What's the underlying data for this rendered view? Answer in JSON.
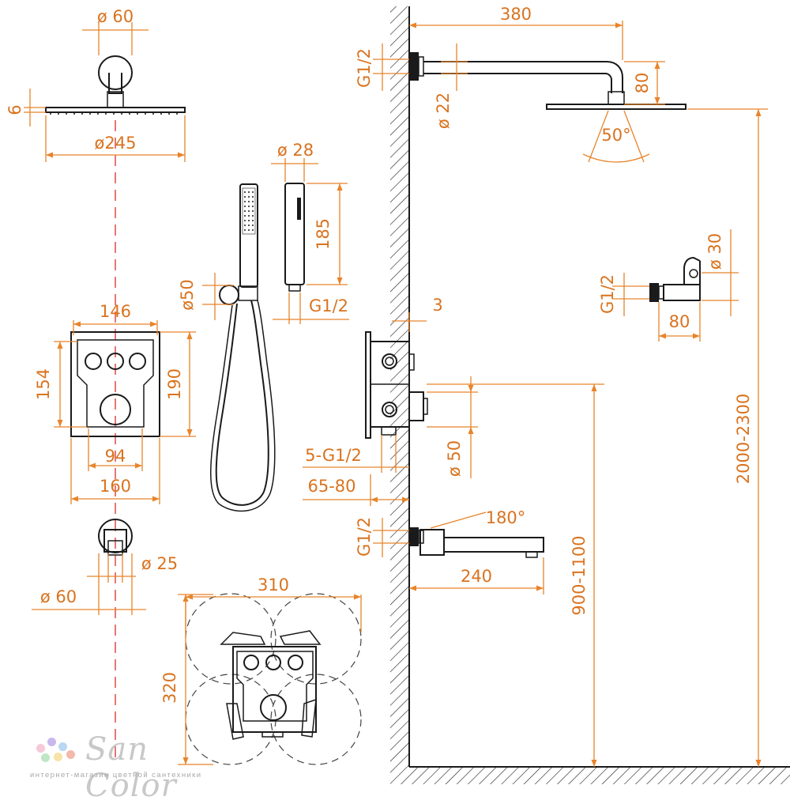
{
  "dimensions": {
    "head_flange_dia": "ø 60",
    "head_thickness": "6",
    "head_dia": "ø245",
    "handshower_dia": "ø 28",
    "handshower_len": "185",
    "hose_holder_dia": "ø50",
    "handshower_thread": "G1/2",
    "valve_inner_w": "146",
    "valve_inner_h": "154",
    "valve_outer_h": "190",
    "valve_hole_w": "94",
    "valve_outer_w": "160",
    "outlet_small_dia": "ø 25",
    "outlet_flange_dia": "ø 60",
    "swivel_w": "310",
    "swivel_h": "320",
    "arm_len": "380",
    "arm_thread": "G1/2",
    "arm_dia": "ø 22",
    "arm_drop": "80",
    "spray_angle": "50°",
    "holder_dia": "ø 30",
    "holder_thread": "G1/2",
    "holder_len": "80",
    "plate_gap": "3",
    "valve_threads": "5-G1/2",
    "valve_knob_dia": "ø 50",
    "valve_depth": "65-80",
    "spout_rotation": "180°",
    "spout_thread": "G1/2",
    "spout_len": "240",
    "head_height": "2000-2300",
    "valve_height": "900-1100"
  },
  "brand": {
    "name": "San Color",
    "tagline": "интернет-магазин цветной сантехники",
    "dot_colors": [
      "#f6c9d8",
      "#c9b8ec",
      "#b9d8f2",
      "#bfe6c5",
      "#f7e3a8",
      "#f3b9a9"
    ]
  }
}
